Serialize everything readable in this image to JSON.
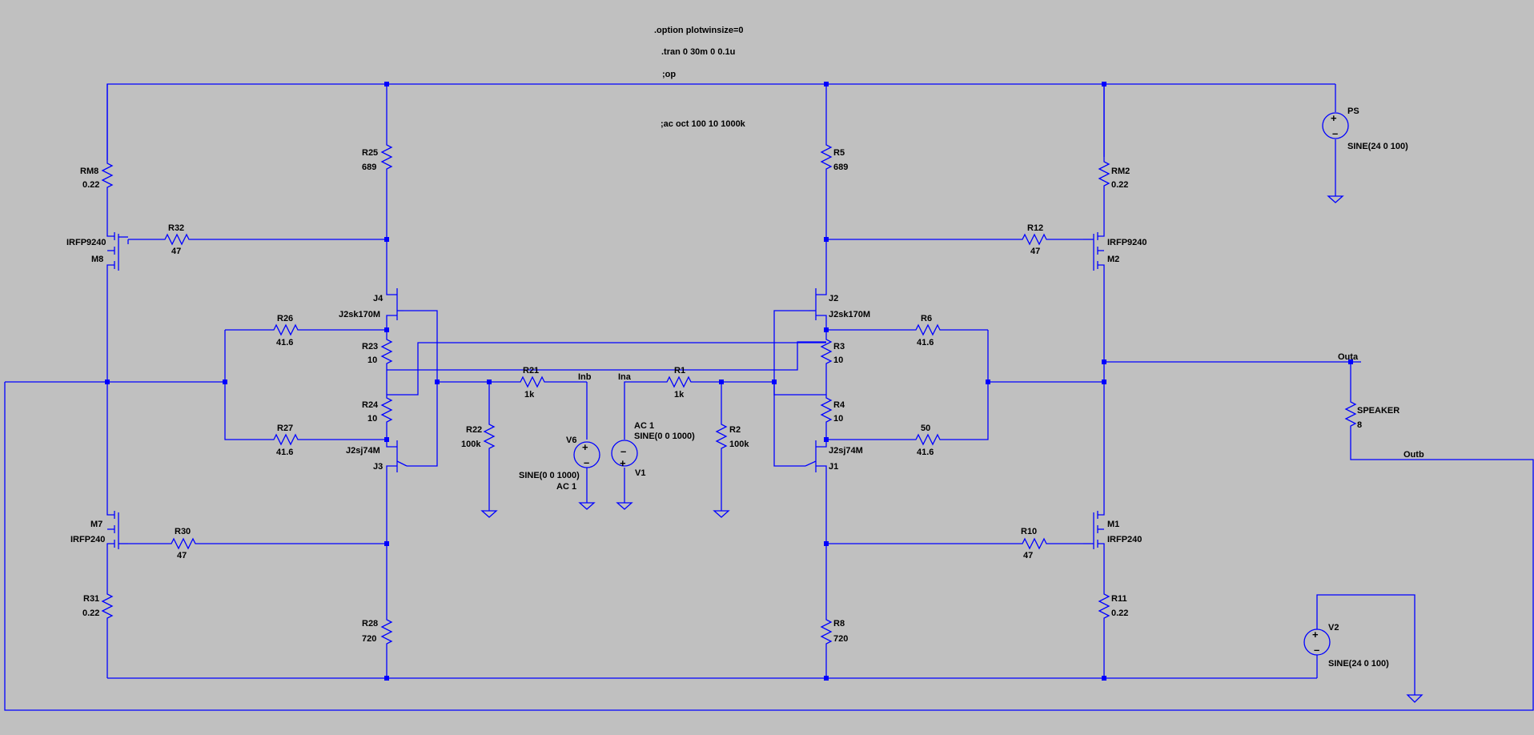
{
  "directives": {
    "option": ".option plotwinsize=0",
    "tran": ".tran 0 30m 0 0.1u",
    "op": ";op",
    "ac": ";ac oct 100 10 1000k"
  },
  "resistors": {
    "RM8": {
      "name": "RM8",
      "value": "0.22"
    },
    "R25": {
      "name": "R25",
      "value": "689"
    },
    "R5": {
      "name": "R5",
      "value": "689"
    },
    "RM2": {
      "name": "RM2",
      "value": "0.22"
    },
    "R32": {
      "name": "R32",
      "value": "47"
    },
    "R12": {
      "name": "R12",
      "value": "47"
    },
    "R26": {
      "name": "R26",
      "value": "41.6"
    },
    "R6": {
      "name": "R6",
      "value": "41.6"
    },
    "R23": {
      "name": "R23",
      "value": "10"
    },
    "R3": {
      "name": "R3",
      "value": "10"
    },
    "R21": {
      "name": "R21",
      "value": "1k"
    },
    "R1": {
      "name": "R1",
      "value": "1k"
    },
    "R24": {
      "name": "R24",
      "value": "10"
    },
    "R4": {
      "name": "R4",
      "value": "10"
    },
    "R22": {
      "name": "R22",
      "value": "100k"
    },
    "R2": {
      "name": "R2",
      "value": "100k"
    },
    "R27": {
      "name": "R27",
      "value": "41.6"
    },
    "R50": {
      "name": "50",
      "value": "41.6"
    },
    "R30": {
      "name": "R30",
      "value": "47"
    },
    "R10": {
      "name": "R10",
      "value": "47"
    },
    "R31": {
      "name": "R31",
      "value": "0.22"
    },
    "R11": {
      "name": "R11",
      "value": "0.22"
    },
    "R28": {
      "name": "R28",
      "value": "720"
    },
    "R8": {
      "name": "R8",
      "value": "720"
    },
    "SPK": {
      "name": "SPEAKER",
      "value": "8"
    }
  },
  "transistors": {
    "M8": {
      "model": "IRFP9240",
      "name": "M8"
    },
    "M2": {
      "model": "IRFP9240",
      "name": "M2"
    },
    "M7": {
      "name": "M7",
      "model": "IRFP240"
    },
    "M1": {
      "name": "M1",
      "model": "IRFP240"
    },
    "J4": {
      "name": "J4",
      "model": "J2sk170M"
    },
    "J2": {
      "name": "J2",
      "model": "J2sk170M"
    },
    "J3": {
      "model": "J2sj74M",
      "name": "J3"
    },
    "J1": {
      "model": "J2sj74M",
      "name": "J1"
    }
  },
  "sources": {
    "PS": {
      "name": "PS",
      "value": "SINE(24 0 100)"
    },
    "V2": {
      "name": "V2",
      "value": "SINE(24 0 100)"
    },
    "V6": {
      "name": "V6",
      "value": "SINE(0 0 1000)",
      "ac": "AC 1"
    },
    "V1": {
      "name": "V1",
      "ac": "AC 1",
      "value": "SINE(0 0 1000)"
    }
  },
  "nets": {
    "inb": "Inb",
    "ina": "Ina",
    "outa": "Outa",
    "outb": "Outb"
  }
}
